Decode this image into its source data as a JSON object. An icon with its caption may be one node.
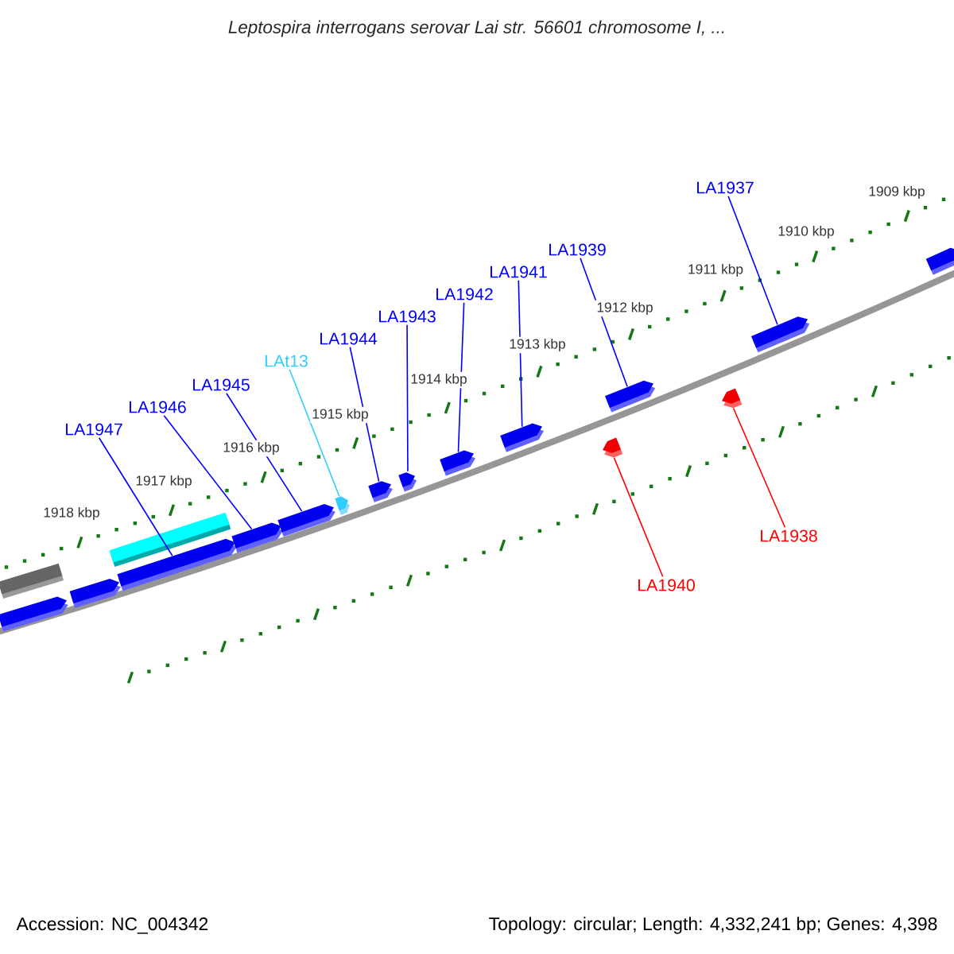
{
  "diagram": {
    "title": "Leptospira interrogans serovar Lai str. 56601 chromosome I, ...",
    "nodes": [
      {
        "text": [
          "LA1947"
        ]
      },
      {
        "text": [
          "LA1946"
        ]
      },
      {
        "text": [
          "LA1945"
        ]
      },
      {
        "text": [
          "LAt13"
        ]
      },
      {
        "text": [
          "LA1944"
        ]
      },
      {
        "text": [
          "LA1943"
        ]
      },
      {
        "text": [
          "LA1942"
        ]
      },
      {
        "text": [
          "LA1941"
        ]
      },
      {
        "text": [
          "LA1939"
        ]
      },
      {
        "text": [
          "LA1937"
        ]
      },
      {
        "text": [
          "LA1940"
        ]
      },
      {
        "text": [
          "LA1938"
        ]
      },
      {
        "text": [],
        "shape": "box"
      },
      {
        "text": [],
        "shape": "box"
      },
      {
        "text": [],
        "shape": "pentagon"
      },
      {
        "text": [],
        "shape": "pentagon"
      },
      {
        "text": [],
        "shape": "pentagon"
      },
      {
        "text": [],
        "shape": "pentagon"
      },
      {
        "text": [],
        "shape": "pentagon"
      },
      {
        "text": [],
        "shape": "pentagon"
      },
      {
        "text": [],
        "shape": "pentagon"
      },
      {
        "text": [],
        "shape": "pentagon"
      },
      {
        "text": [],
        "shape": "pentagon"
      },
      {
        "text": [],
        "shape": "pentagon"
      },
      {
        "text": [],
        "shape": "pentagon"
      },
      {
        "text": [],
        "shape": "pentagon"
      },
      {
        "text": [],
        "shape": "pentagon"
      },
      {
        "text": [],
        "shape": "pentagon"
      },
      {
        "text": [],
        "shape": "pentagon"
      }
    ],
    "edges": [
      {
        "from": 0,
        "to": 16,
        "arrow": "none"
      },
      {
        "from": 1,
        "to": 17,
        "arrow": "none"
      },
      {
        "from": 2,
        "to": 18,
        "arrow": "none"
      },
      {
        "from": 3,
        "to": 19,
        "arrow": "none",
        "color": "#33ccff"
      },
      {
        "from": 4,
        "to": 20,
        "arrow": "none"
      },
      {
        "from": 5,
        "to": 21,
        "arrow": "none"
      },
      {
        "from": 6,
        "to": 22,
        "arrow": "none"
      },
      {
        "from": 7,
        "to": 23,
        "arrow": "none"
      },
      {
        "from": 8,
        "to": 24,
        "arrow": "none"
      },
      {
        "from": 9,
        "to": 25,
        "arrow": "none"
      },
      {
        "from": 10,
        "to": 27,
        "arrow": "none",
        "color": "#ff0000"
      },
      {
        "from": 11,
        "to": 28,
        "arrow": "none",
        "color": "#ff0000"
      }
    ],
    "labels": [
      "1909 kbp",
      "1910 kbp",
      "1911 kbp",
      "1912 kbp",
      "1913 kbp",
      "1914 kbp",
      "1915 kbp",
      "1916 kbp",
      "1917 kbp",
      "1918 kbp",
      "Accession: NC_004342",
      "Topology: circular; Length: 4,332,241 bp; Genes: 4,398"
    ]
  }
}
